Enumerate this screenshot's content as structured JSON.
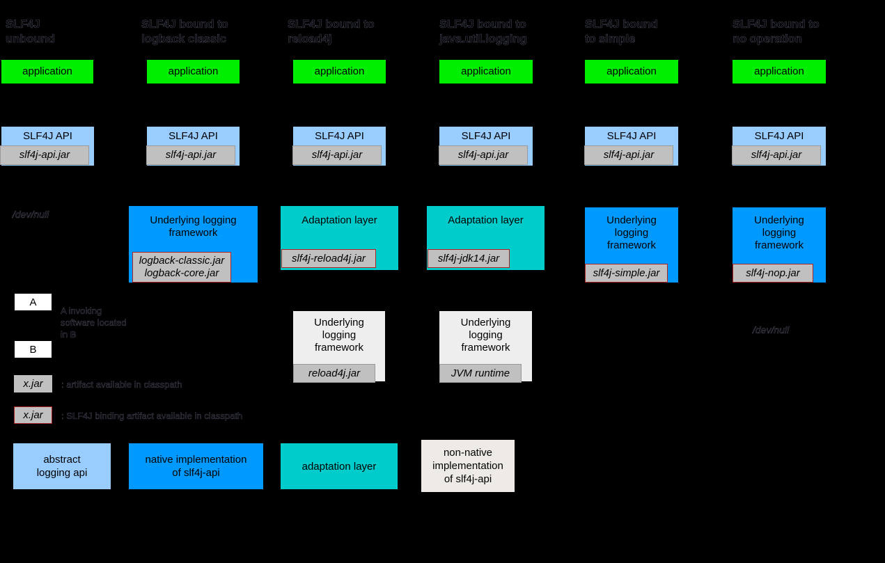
{
  "diagram": {
    "title": "SLF4J bindings overview",
    "background_color": "#000000",
    "colors": {
      "application": "#00ee00",
      "abstract_api": "#99ccff",
      "native_impl": "#0099ff",
      "adaptation": "#00cccc",
      "non_native": "#eeeeee",
      "jar_chip": "#c0c0c0",
      "binding_border": "#aa2222"
    }
  },
  "columns": [
    {
      "id": "unbound",
      "heading": "SLF4J\nunbound",
      "application": "application",
      "api": {
        "title": "SLF4J API",
        "jar": "slf4j-api.jar"
      },
      "binding": null,
      "terminal": "/dev/null"
    },
    {
      "id": "logback-classic",
      "heading": "SLF4J bound to\nlogback classic",
      "application": "application",
      "api": {
        "title": "SLF4J API",
        "jar": "slf4j-api.jar"
      },
      "binding": {
        "title": "Underlying logging\nframework",
        "jar": "logback-classic.jar\nlogback-core.jar",
        "kind": "native",
        "binding_artifact": true
      },
      "terminal": null
    },
    {
      "id": "reload4j",
      "heading": "SLF4J bound to\nreload4j",
      "application": "application",
      "api": {
        "title": "SLF4J API",
        "jar": "slf4j-api.jar"
      },
      "binding": {
        "title": "Adaptation layer",
        "jar": "slf4j-reload4j.jar",
        "kind": "adaptation",
        "binding_artifact": true
      },
      "underlying": {
        "title": "Underlying\nlogging\nframework",
        "jar": "reload4j.jar",
        "kind": "non-native",
        "binding_artifact": false
      },
      "terminal": null
    },
    {
      "id": "java-util-logging",
      "heading": "SLF4J bound to\njava.util.logging",
      "application": "application",
      "api": {
        "title": "SLF4J API",
        "jar": "slf4j-api.jar"
      },
      "binding": {
        "title": "Adaptation layer",
        "jar": "slf4j-jdk14.jar",
        "kind": "adaptation",
        "binding_artifact": true
      },
      "underlying": {
        "title": "Underlying\nlogging\nframework",
        "jar": "JVM runtime",
        "kind": "non-native",
        "binding_artifact": false
      },
      "terminal": null
    },
    {
      "id": "simple",
      "heading": "SLF4J bound\nto simple",
      "application": "application",
      "api": {
        "title": "SLF4J API",
        "jar": "slf4j-api.jar"
      },
      "binding": {
        "title": "Underlying\nlogging\nframework",
        "jar": "slf4j-simple.jar",
        "kind": "native",
        "binding_artifact": true
      },
      "terminal": null
    },
    {
      "id": "no-operation",
      "heading": "SLF4J bound to\nno operation",
      "application": "application",
      "api": {
        "title": "SLF4J API",
        "jar": "slf4j-api.jar"
      },
      "binding": {
        "title": "Underlying\nlogging\nframework",
        "jar": "slf4j-nop.jar",
        "kind": "native",
        "binding_artifact": true
      },
      "terminal": "/dev/null"
    }
  ],
  "legend": {
    "invocation": {
      "box_a": "A",
      "box_b": "B",
      "description": "A invoking\nsoftware located\nin B"
    },
    "artifact": {
      "chip": "x.jar",
      "description": ": artifact available in classpath"
    },
    "binding_artifact": {
      "chip": "x.jar",
      "description": ": SLF4J binding artifact available in classpath"
    },
    "swatches": [
      {
        "label": "abstract\nlogging api",
        "color": "#99ccff"
      },
      {
        "label": "native implementation\nof slf4j-api",
        "color": "#0099ff"
      },
      {
        "label": "adaptation layer",
        "color": "#00cccc"
      },
      {
        "label": "non-native\nimplementation\nof slf4j-api",
        "color": "#eeeeee"
      }
    ]
  }
}
